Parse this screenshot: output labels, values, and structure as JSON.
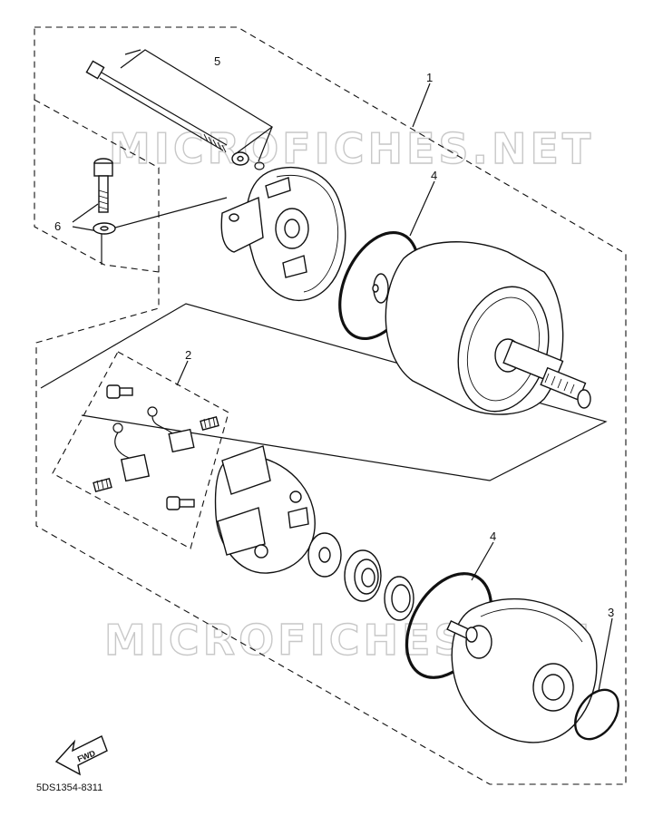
{
  "watermarks": [
    "MICROFICHES.NET",
    "MICROFICHES.NET"
  ],
  "callouts": {
    "c1": "1",
    "c2": "2",
    "c3": "3",
    "c4a": "4",
    "c4b": "4",
    "c5": "5",
    "c6": "6"
  },
  "fwd_label": "FWD",
  "diagram_code": "5DS1354-8311"
}
